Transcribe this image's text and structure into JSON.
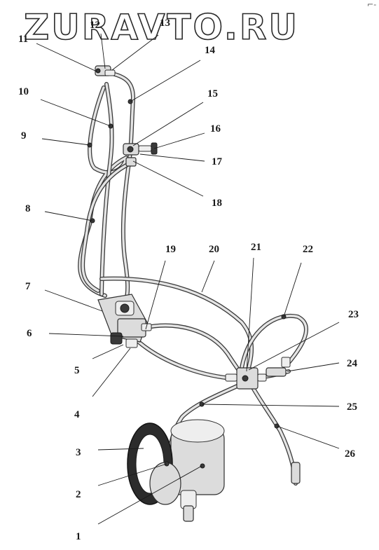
{
  "watermark": {
    "text": "ZURAVTO.RU",
    "corner_mark": "⌐-"
  },
  "callouts": [
    {
      "number": "1"
    },
    {
      "number": "2"
    },
    {
      "number": "3"
    },
    {
      "number": "4"
    },
    {
      "number": "5"
    },
    {
      "number": "6"
    },
    {
      "number": "7"
    },
    {
      "number": "8"
    },
    {
      "number": "9"
    },
    {
      "number": "10"
    },
    {
      "number": "11"
    },
    {
      "number": "12"
    },
    {
      "number": "13"
    },
    {
      "number": "14"
    },
    {
      "number": "15"
    },
    {
      "number": "16"
    },
    {
      "number": "17"
    },
    {
      "number": "18"
    },
    {
      "number": "19"
    },
    {
      "number": "20"
    },
    {
      "number": "21"
    },
    {
      "number": "22"
    },
    {
      "number": "23"
    },
    {
      "number": "24"
    },
    {
      "number": "25"
    },
    {
      "number": "26"
    }
  ]
}
